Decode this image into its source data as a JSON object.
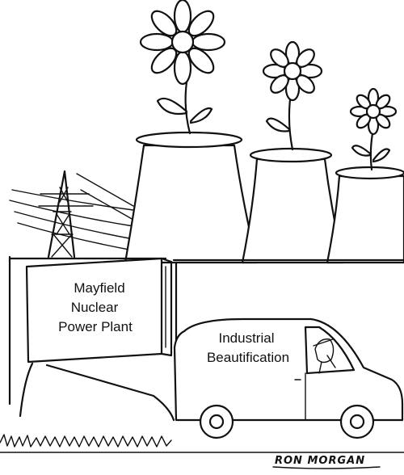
{
  "sign": {
    "line1": "Mayfield",
    "line2": "Nuclear",
    "line3": "Power Plant"
  },
  "van": {
    "line1": "Industrial",
    "line2": "Beautification"
  },
  "signature": "RON MORGAN"
}
